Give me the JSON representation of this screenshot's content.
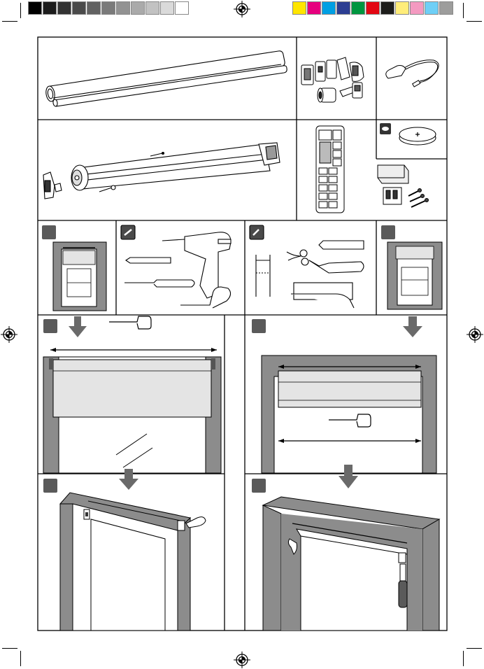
{
  "colors": {
    "grey_bar": [
      "#000000",
      "#1c1c1c",
      "#333333",
      "#4a4a4a",
      "#626262",
      "#7a7a7a",
      "#929292",
      "#aaaaaa",
      "#c2c2c2",
      "#dadada",
      "#ffffff"
    ],
    "color_bar": [
      "#ffe500",
      "#e6007e",
      "#009fe3",
      "#2c3e92",
      "#00963f",
      "#e30613",
      "#1d1d1b",
      "#ffed7a",
      "#f49ac1",
      "#6ecff6",
      "#9d9d9c"
    ],
    "wall": "#8c8c8c",
    "shade": "#e4e4e4",
    "line": "#000000",
    "step_badge": "#5a5a5a"
  },
  "icons": {
    "registration_mark": "registration-mark-icon",
    "tools_basic": "wrench-icon",
    "tools_extra": "wrench-plus-icon",
    "motor_remote_bubble": "battery-icon"
  },
  "panels": {
    "tube": "tube-parts",
    "brackets": "bracket-parts",
    "cable": "charging-cable",
    "motor": "motor-assembly",
    "remote": "remote-control",
    "battery": "coin-battery",
    "fixings": "screw-and-plug-kit",
    "inside_mount": "inside-mount-window",
    "tools": "required-tools",
    "extra_tools": "optional-tools",
    "outside_mount": "outside-mount-window"
  }
}
